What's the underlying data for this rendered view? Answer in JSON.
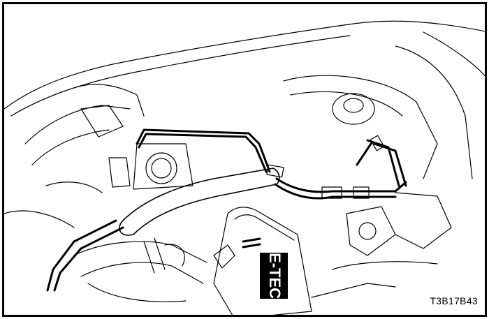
{
  "illustration": {
    "subject": "engine-bay-line-drawing",
    "engine_badge_text": "E-TEC",
    "figure_code": "T3B17B43"
  },
  "colors": {
    "line": "#000000",
    "background": "#ffffff",
    "badge": "#000000",
    "badge_text": "#ffffff"
  }
}
